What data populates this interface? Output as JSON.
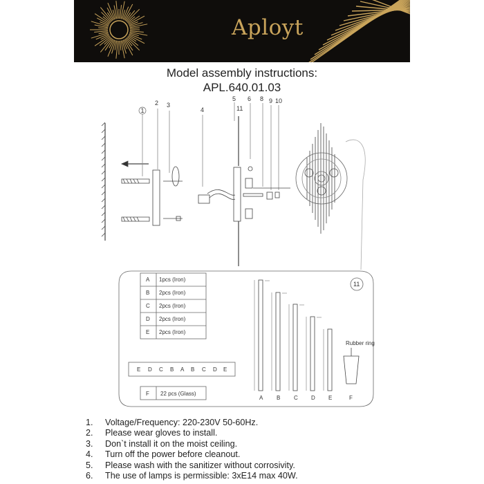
{
  "header": {
    "brand": "Aployt",
    "accent_color": "#c9a45b",
    "background_color": "#0f0d0b"
  },
  "title": {
    "line1": "Model assembly instructions:",
    "line2": "APL.640.01.03"
  },
  "part_numbers": [
    "1",
    "2",
    "3",
    "4",
    "5",
    "11",
    "6",
    "8",
    "9",
    "10"
  ],
  "parts_table": [
    {
      "id": "A",
      "qty": "1pcs  (Iron)"
    },
    {
      "id": "B",
      "qty": "2pcs  (Iron)"
    },
    {
      "id": "C",
      "qty": "2pcs  (Iron)"
    },
    {
      "id": "D",
      "qty": "2pcs  (Iron)"
    },
    {
      "id": "E",
      "qty": "2pcs  (Iron)"
    }
  ],
  "sequence": [
    "E",
    "D",
    "C",
    "B",
    "A",
    "B",
    "C",
    "D",
    "E"
  ],
  "glass_row": {
    "id": "F",
    "qty": "22 pcs  (Glass)"
  },
  "callout_number": "11",
  "rods": [
    "A",
    "B",
    "C",
    "D",
    "E",
    "F"
  ],
  "rubber_ring_label": "Rubber ring",
  "instructions": [
    {
      "num": "1.",
      "text": "Voltage/Frequency: 220-230V 50-60Hz."
    },
    {
      "num": "2.",
      "text": "Please wear gloves to install."
    },
    {
      "num": "3.",
      "text": "Don`t install it on the moist ceiling."
    },
    {
      "num": "4.",
      "text": "Turn off the power before cleanout."
    },
    {
      "num": "5.",
      "text": "Please wash with the sanitizer without corrosivity."
    },
    {
      "num": "6.",
      "text": "The use of lamps is permissible: 3xE14 max 40W."
    }
  ]
}
